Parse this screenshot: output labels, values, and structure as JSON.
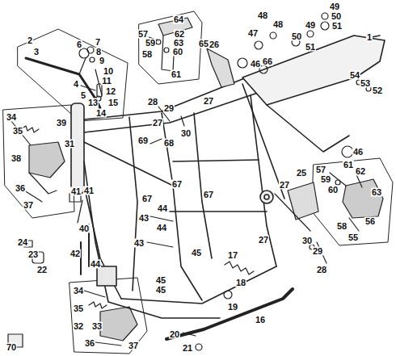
{
  "diagram": {
    "labels": [
      "1",
      "2",
      "3",
      "6",
      "7",
      "8",
      "9",
      "10",
      "11",
      "4",
      "5",
      "13",
      "12",
      "15",
      "14",
      "64",
      "65",
      "57",
      "62",
      "59",
      "63",
      "58",
      "60",
      "61",
      "26",
      "48",
      "48",
      "47",
      "49",
      "50",
      "51",
      "49",
      "50",
      "51",
      "66",
      "46",
      "54",
      "53",
      "52",
      "28",
      "29",
      "27",
      "27",
      "30",
      "69",
      "68",
      "34",
      "39",
      "35",
      "31",
      "38",
      "36",
      "37",
      "46",
      "57",
      "61",
      "62",
      "59",
      "60",
      "63",
      "58",
      "56",
      "55",
      "25",
      "27",
      "67",
      "67",
      "67",
      "41",
      "41",
      "43",
      "43",
      "44",
      "44",
      "44",
      "40",
      "42",
      "24",
      "23",
      "22",
      "27",
      "30",
      "29",
      "28",
      "45",
      "45",
      "45",
      "17",
      "18",
      "19",
      "16",
      "34",
      "35",
      "32",
      "33",
      "36",
      "37",
      "70",
      "20",
      "21"
    ]
  }
}
